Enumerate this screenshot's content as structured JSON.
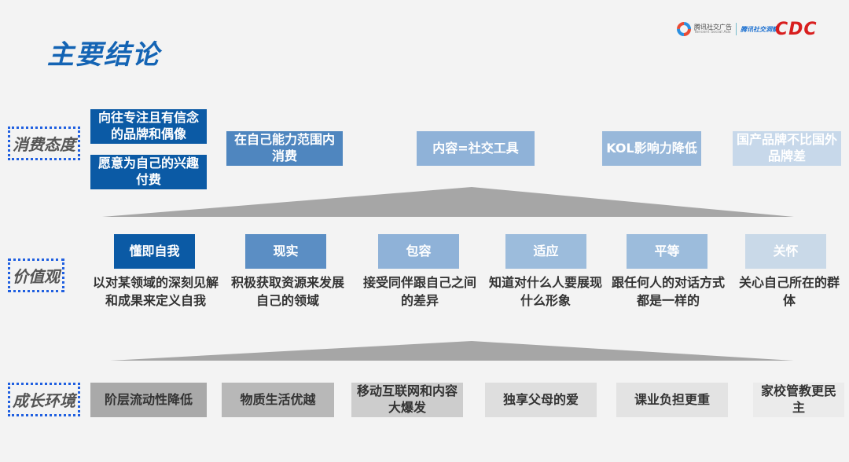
{
  "title": "主要结论",
  "logos": {
    "tencent_cn": "腾讯社交广告",
    "tencent_en": "Tencent Social Ads",
    "insight": "腾讯社交洞察",
    "cdc": "CDC"
  },
  "rows": {
    "consumption": {
      "label": "消费态度",
      "items": [
        "向往专注且有信念的品牌和偶像",
        "愿意为自己的兴趣付费",
        "在自己能力范围内消费",
        "内容=社交工具",
        "KOL影响力降低",
        "国产品牌不比国外品牌差"
      ]
    },
    "values": {
      "label": "价值观",
      "items": [
        {
          "title": "懂即自我",
          "desc": "以对某领域的深刻见解和成果来定义自我"
        },
        {
          "title": "现实",
          "desc": "积极获取资源来发展自己的领域"
        },
        {
          "title": "包容",
          "desc": "接受同伴跟自己之间的差异"
        },
        {
          "title": "适应",
          "desc": "知道对什么人要展现什么形象"
        },
        {
          "title": "平等",
          "desc": "跟任何人的对话方式都是一样的"
        },
        {
          "title": "关怀",
          "desc": "关心自己所在的群体"
        }
      ]
    },
    "environment": {
      "label": "成长环境",
      "items": [
        "阶层流动性降低",
        "物质生活优越",
        "移动互联网和内容大爆发",
        "独享父母的爱",
        "课业负担更重",
        "家校管教更民主"
      ]
    }
  }
}
